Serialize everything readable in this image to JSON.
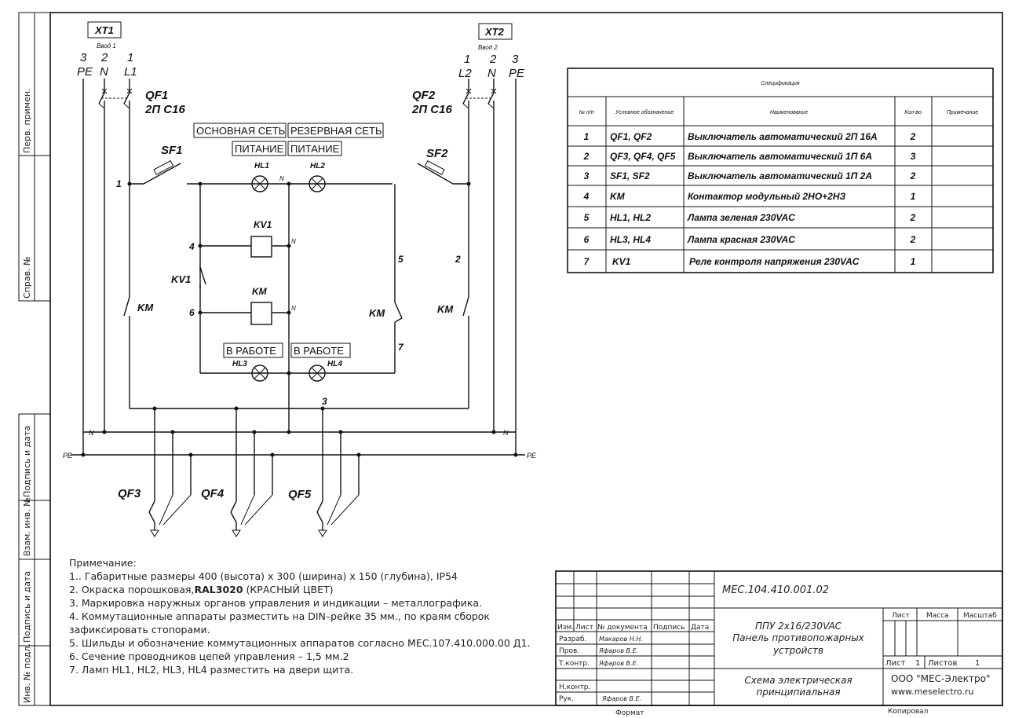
{
  "terminals": {
    "xt1": {
      "name": "XT1",
      "sub": "Ввод 1",
      "pins": [
        {
          "num": "3",
          "sig": "PE"
        },
        {
          "num": "2",
          "sig": "N"
        },
        {
          "num": "1",
          "sig": "L1"
        }
      ]
    },
    "xt2": {
      "name": "XT2",
      "sub": "Ввод 2",
      "pins": [
        {
          "num": "1",
          "sig": "L2"
        },
        {
          "num": "2",
          "sig": "N"
        },
        {
          "num": "3",
          "sig": "PE"
        }
      ]
    }
  },
  "components": {
    "qf1": {
      "name": "QF1",
      "rating": "2П С16"
    },
    "qf2": {
      "name": "QF2",
      "rating": "2П С16"
    },
    "sf1": "SF1",
    "sf2": "SF2",
    "hl1": "HL1",
    "hl2": "HL2",
    "hl3": "HL3",
    "hl4": "HL4",
    "kv1_coil": "KV1",
    "kv1_contact": "KV1",
    "km_coil": "KM",
    "km_left": "KM",
    "km_mid": "KM",
    "km_right": "KM",
    "qf3": "QF3",
    "qf4": "QF4",
    "qf5": "QF5",
    "n_mark": "N"
  },
  "indicator_labels": {
    "main_net": "ОСНОВНАЯ СЕТЬ",
    "main_power": "ПИТАНИЕ",
    "reserve_net": "РЕЗЕРВНАЯ СЕТЬ",
    "reserve_power": "ПИТАНИЕ",
    "working_1": "В РАБОТЕ",
    "working_2": "В РАБОТЕ"
  },
  "wire_numbers": {
    "w1": "1",
    "w2": "2",
    "w3": "3",
    "w4": "4",
    "w5": "5",
    "w6": "6",
    "w7": "7"
  },
  "bus_labels": {
    "n_left": "N",
    "pe_left": "PE",
    "n_right": "N",
    "pe_right": "PE"
  },
  "side_stamp": {
    "perv_primen": "Перв. примен.",
    "sprav": "Справ. №",
    "podpis_data_1": "Подпись и дата",
    "vzam_inv": "Взам. инв. №",
    "podpis_data_2": "Подпись и дата",
    "inv_podl": "Инв. № подл."
  },
  "specification": {
    "title": "Спецификация",
    "headers": [
      "№ п/п",
      "Условное обозначение",
      "Наименование",
      "Кол-во",
      "Примечание"
    ],
    "rows": [
      {
        "n": "1",
        "des": "QF1, QF2",
        "name": "Выключатель автоматический 2П 16А",
        "qty": "2"
      },
      {
        "n": "2",
        "des": "QF3, QF4, QF5",
        "name": "Выключатель автоматический 1П 6А",
        "qty": "3"
      },
      {
        "n": "3",
        "des": "SF1, SF2",
        "name": "Выключатель автоматический 1П 2А",
        "qty": "2"
      },
      {
        "n": "4",
        "des": "KM",
        "name": "Контактор модульный 2НО+2НЗ",
        "qty": "1"
      },
      {
        "n": "5",
        "des": "HL1, HL2",
        "name": "Лампа зеленая 230VAC",
        "qty": "2"
      },
      {
        "n": "6",
        "des": "HL3, HL4",
        "name": "Лампа красная 230VAC",
        "qty": "2"
      },
      {
        "n": "7",
        "des": "KV1",
        "name": "Реле контроля напряжения 230VAC",
        "qty": "1"
      }
    ]
  },
  "notes": {
    "title": "Примечание:",
    "items": [
      "1.. Габаритные размеры 400 (высота) х 300 (ширина) х 150 (глубина), IP54",
      "2. Окраска порошковая,",
      "3. Маркировка наружных органов управления и индикации – металлографика.",
      "4. Коммутационные аппараты разместить на DIN–рейке 35 мм., по краям сборок",
      "зафиксировать стопорами.",
      "5. Шильды и обозначение коммутационных аппаратов согласно МЕС.107.410.000.00 Д1.",
      "6. Сечение проводников цепей управления – 1,5 мм.2",
      "7. Ламп HL1, HL2, HL3, HL4 разместить на двери щита."
    ],
    "ral_bold": "RAL3020",
    "ral_rest": " (КРАСНЫЙ ЦВЕТ)"
  },
  "title_block": {
    "doc_code": "МЕС.104.410.001.02",
    "product_1": "ППУ 2х16/230VAC",
    "product_2": "Панель противопожарных",
    "product_3": "устройств",
    "doc_type_1": "Схема электрическая",
    "doc_type_2": "принципиальная",
    "company": "ООО \"МЕС-Электро\"",
    "website": "www.meselectro.ru",
    "col_izm": "Изм.",
    "col_list": "Лист",
    "col_ndoc": "№ документа",
    "col_podpis": "Подпись",
    "col_data": "Дата",
    "role_razrab": "Разраб.",
    "role_prov": "Пров.",
    "role_tkontr": "Т.контр.",
    "role_nkontr": "Н.контр.",
    "role_ruk": "Рук.",
    "name_razrab": "Макаров Н.Н.",
    "name_prov": "Яфаров В.Е.",
    "name_tkontr": "Яфаров В.Е.",
    "name_ruk": "Яфаров В.Е.",
    "hdr_list": "Лист",
    "hdr_massa": "Масса",
    "hdr_masshtab": "Масштаб",
    "list_label": "Лист",
    "list_value": "1",
    "listov_label": "Листов",
    "listov_value": "1",
    "format": "Формат",
    "kopiroval": "Копировал"
  }
}
